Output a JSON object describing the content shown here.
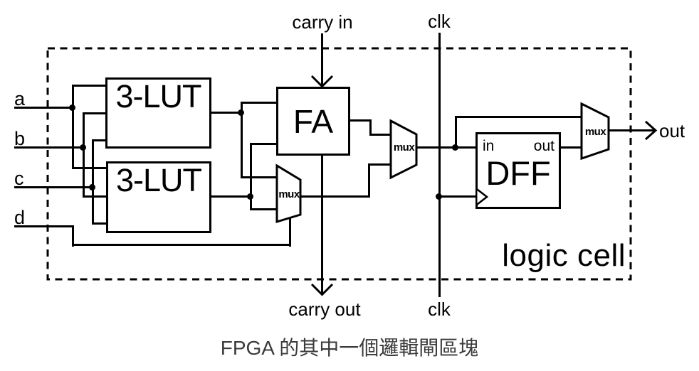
{
  "colors": {
    "ink": "#000000",
    "background": "#ffffff",
    "caption_text": "#3b3b3b"
  },
  "caption": {
    "text": "FPGA 的其中一個邏輯閘區塊"
  },
  "labels": {
    "carry_in": "carry in",
    "clk_top": "clk",
    "clk_bottom": "clk",
    "carry_out": "carry out",
    "out": "out",
    "logic_cell": "logic cell"
  },
  "inputs": [
    {
      "label": "a"
    },
    {
      "label": "b"
    },
    {
      "label": "c"
    },
    {
      "label": "d"
    }
  ],
  "blocks": {
    "lut1": {
      "label": "3-LUT"
    },
    "lut2": {
      "label": "3-LUT"
    },
    "fa": {
      "label": "FA"
    },
    "dff": {
      "label": "DFF",
      "in_pin": "in",
      "out_pin": "out"
    },
    "mux_carry": {
      "label": "mux"
    },
    "mux_sum": {
      "label": "mux"
    },
    "mux_out": {
      "label": "mux"
    }
  }
}
